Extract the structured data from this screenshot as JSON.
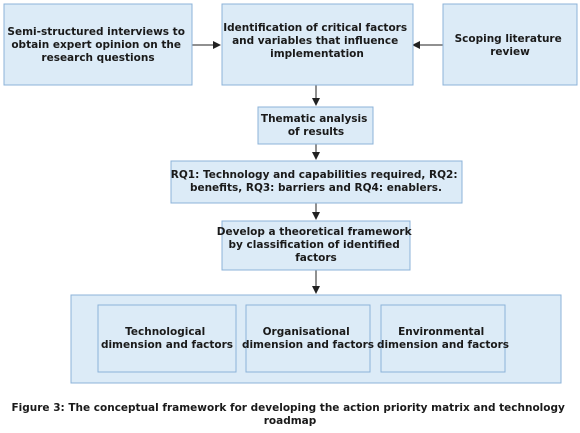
{
  "colors": {
    "box_fill": "#dcebf7",
    "box_stroke": "#8cb3d9",
    "arrow": "#222222",
    "text": "#1a1a1a"
  },
  "nodes": {
    "interviews": [
      "Semi-structured interviews to",
      "obtain expert opinion on the",
      "research questions"
    ],
    "identification": [
      "Identification of critical factors",
      "and variables that influence",
      "implementation"
    ],
    "scoping": [
      "Scoping literature",
      "review"
    ],
    "thematic": [
      "Thematic analysis",
      "of results"
    ],
    "rq": [
      "RQ1: Technology and capabilities required, RQ2:",
      "benefits, RQ3: barriers and RQ4: enablers."
    ],
    "framework": [
      "Develop a theoretical framework",
      "by classification of identified",
      "factors"
    ],
    "technological": [
      "Technological",
      "dimension and factors"
    ],
    "organisational": [
      "Organisational",
      "dimension and factors"
    ],
    "environmental": [
      "Environmental",
      "dimension and factors"
    ]
  },
  "caption": [
    "Figure 3: The conceptual framework for developing the action priority matrix and technology",
    "roadmap"
  ]
}
